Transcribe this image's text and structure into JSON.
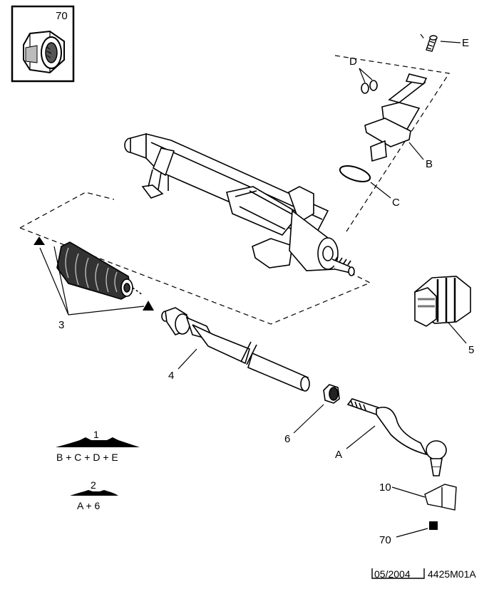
{
  "inset": {
    "label": "70"
  },
  "callouts": {
    "E": "E",
    "D": "D",
    "B": "B",
    "C": "C",
    "p3": "3",
    "p5": "5",
    "p4": "4",
    "p6": "6",
    "A": "A",
    "p10": "10",
    "p70": "70"
  },
  "kits": [
    {
      "number": "1",
      "contents": "B + C + D + E"
    },
    {
      "number": "2",
      "contents": "A + 6"
    }
  ],
  "footer": {
    "date": "05/2004",
    "reference": "4425M01A"
  }
}
